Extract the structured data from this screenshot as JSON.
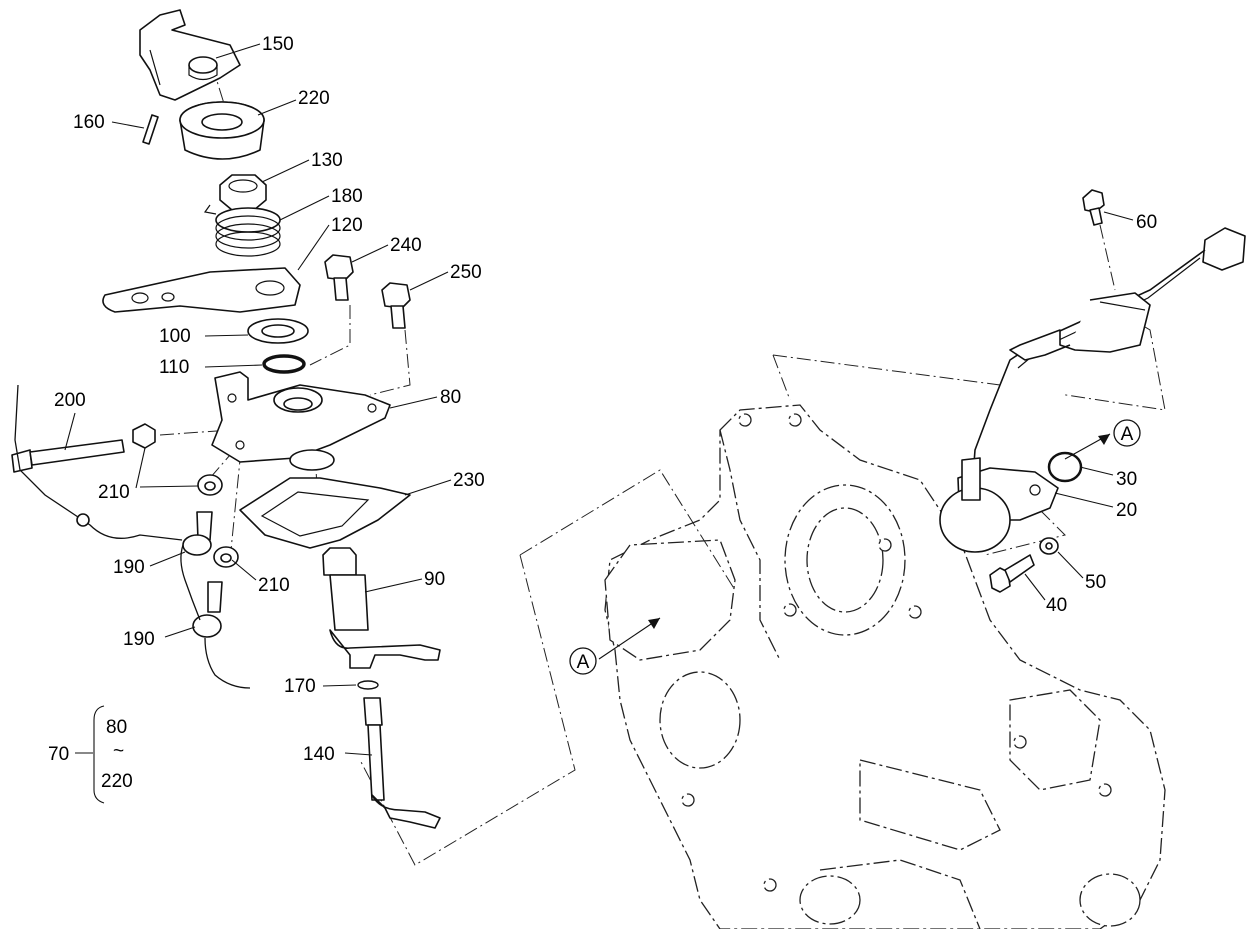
{
  "labels": {
    "p150": "150",
    "p160": "160",
    "p220": "220",
    "p130": "130",
    "p180": "180",
    "p120": "120",
    "p240": "240",
    "p250": "250",
    "p100": "100",
    "p110": "110",
    "p80": "80",
    "p200": "200",
    "p210a": "210",
    "p230": "230",
    "p190a": "190",
    "p210b": "210",
    "p90": "90",
    "p190b": "190",
    "p170": "170",
    "p140": "140",
    "p60": "60",
    "p30": "30",
    "p20": "20",
    "p50": "50",
    "p40": "40",
    "refA1": "A",
    "refA2": "A"
  },
  "assembly": {
    "number": "70",
    "range_start": "80",
    "range_sep": "~",
    "range_end": "220"
  }
}
